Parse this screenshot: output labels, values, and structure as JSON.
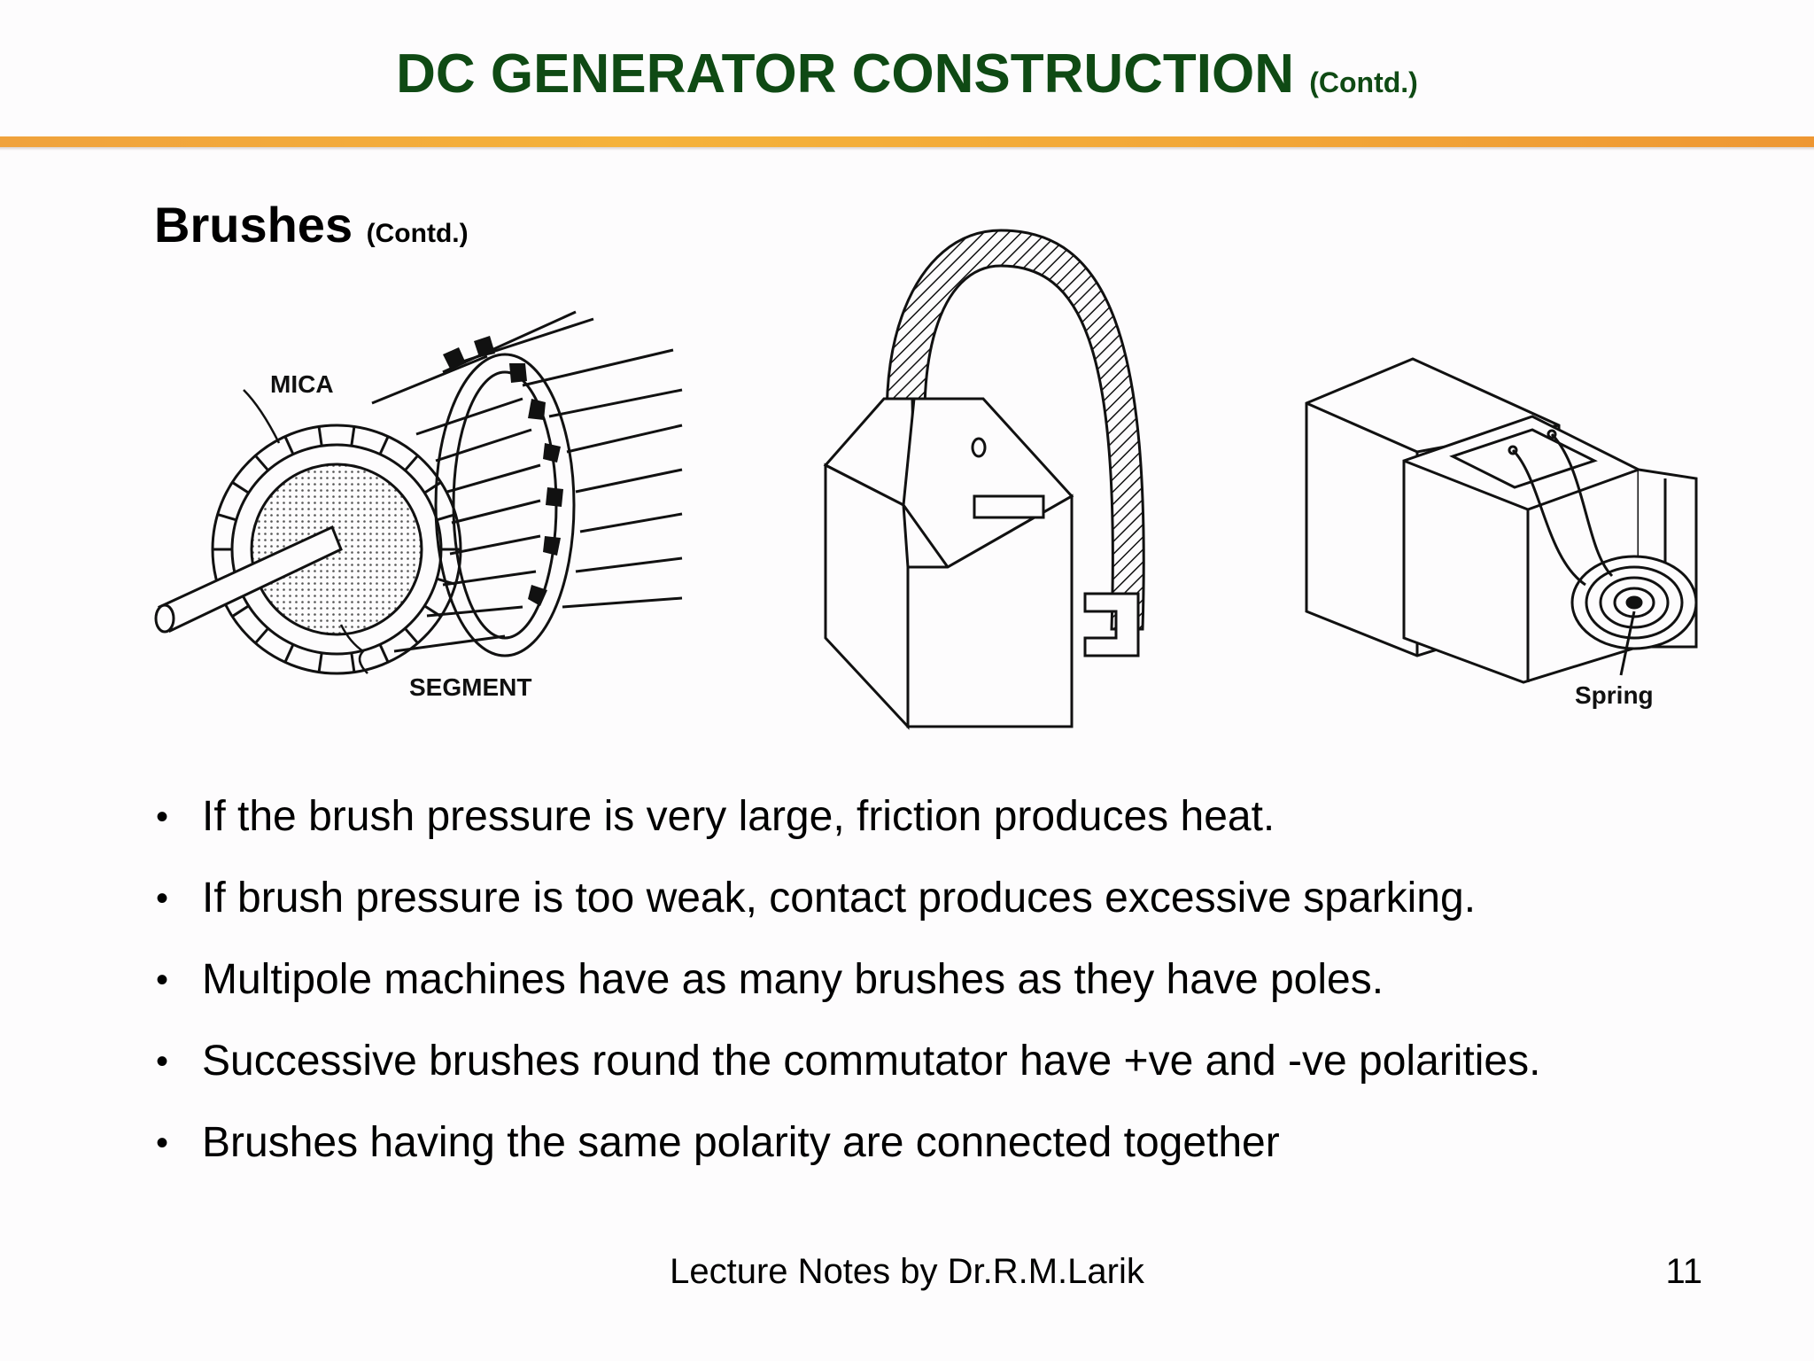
{
  "slide": {
    "title": "DC GENERATOR CONSTRUCTION",
    "title_suffix": "(Contd.)",
    "subtitle": "Brushes",
    "subtitle_suffix": "(Contd.)",
    "accent_color": "#f2a637",
    "title_color": "#0f4a14"
  },
  "figures": {
    "commutator": {
      "label_mica": "MICA",
      "label_segment": "SEGMENT"
    },
    "brush_with_pigtail": {},
    "brush_holder": {
      "label_spring": "Spring"
    }
  },
  "bullets": [
    "If the brush pressure is very large, friction produces heat.",
    "If brush pressure is too weak, contact produces excessive sparking.",
    "Multipole machines have as many brushes as they have poles.",
    "Successive brushes round the commutator have +ve and -ve polarities.",
    "Brushes having the same polarity are connected together"
  ],
  "footer": {
    "text": "Lecture Notes by Dr.R.M.Larik",
    "page_number": "11"
  }
}
